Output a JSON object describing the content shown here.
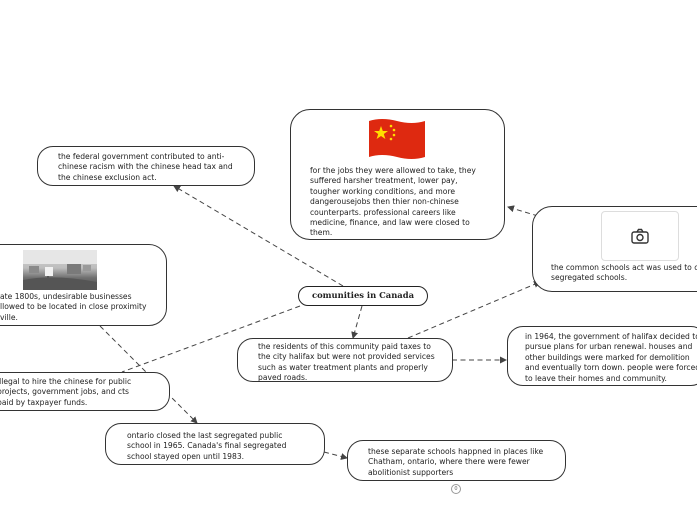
{
  "central": {
    "label": "comunities in Canada"
  },
  "nodes": {
    "federal": "the federal government contributed to anti-chinese racism with the chinese head tax and the chinese exclusion act.",
    "jobs": "for the jobs they were allowed to take, they suffered harsher treatment, lower pay, tougher working conditions, and more dangerousejobs then thier non-chinese counterparts. professional careers like medicine, finance, and law were closed to them.",
    "schools_act": "the common schools act was used to c segregated schools.",
    "businesses": "ate 1800s, undesirable businesses llowed to be located in close proximity ville.",
    "taxes": "the residents of this community paid taxes to the city halifax but were not provided services such as water treatment plants and properly paved roads.",
    "halifax": "in 1964, the government of halifax decided to pursue plans for urban renewal. houses and other buildings were marked for demolition and eventually torn down. people were forced to leave their homes and community.",
    "illegal": "illegal to hire the chinese for public projects, government jobs, and cts paid by taxpayer funds.",
    "ontario": "ontario closed the last segregated public school in 1965. Canada's final segregated school stayed open until 1983.",
    "separate": "these separate schools happned in places like Chatham, ontario, where there were fewer abolitionist supporters"
  },
  "icons": {
    "flag": "china-flag-icon",
    "camera": "camera-icon",
    "photo": "photo-thumbnail"
  },
  "colors": {
    "flag_red": "#de2910",
    "flag_star": "#ffde00",
    "line": "#444444"
  },
  "expand_marker": {
    "label": "0"
  }
}
